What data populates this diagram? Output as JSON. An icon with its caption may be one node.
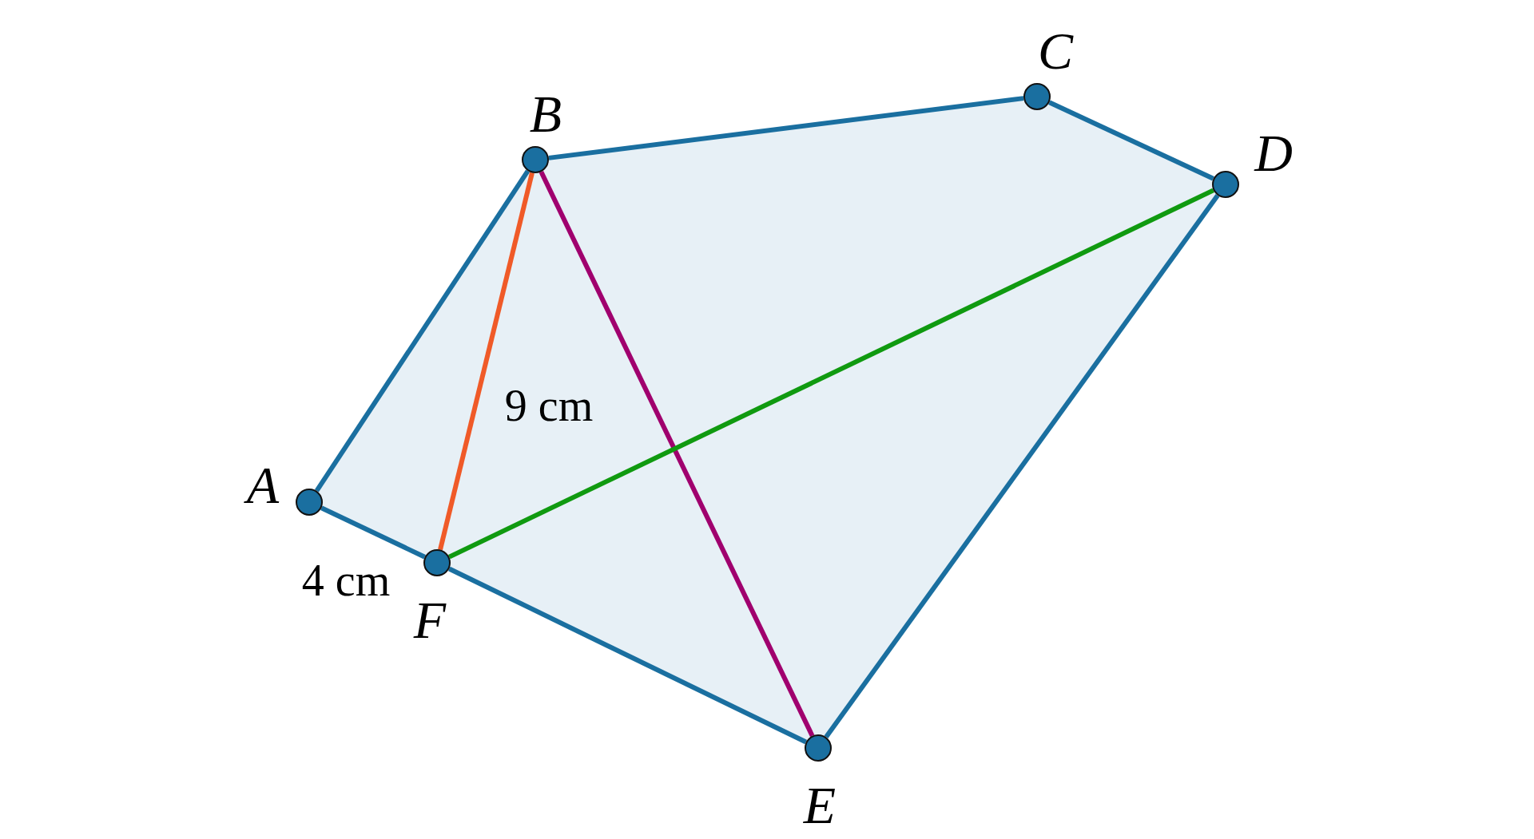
{
  "diagram": {
    "nodes": [
      {
        "text": [
          "A"
        ]
      },
      {
        "text": [
          "B"
        ]
      },
      {
        "text": [
          "C"
        ]
      },
      {
        "text": [
          "D"
        ]
      },
      {
        "text": [
          "E"
        ]
      },
      {
        "text": [
          "F"
        ]
      }
    ],
    "edges": [
      {
        "from": 0,
        "to": 1,
        "arrow": "none"
      },
      {
        "from": 1,
        "to": 2,
        "arrow": "none"
      },
      {
        "from": 2,
        "to": 3,
        "arrow": "none"
      },
      {
        "from": 3,
        "to": 4,
        "arrow": "none"
      },
      {
        "from": 4,
        "to": 5,
        "arrow": "none"
      },
      {
        "from": 5,
        "to": 0,
        "arrow": "none"
      },
      {
        "from": 5,
        "to": 1,
        "arrow": "none",
        "color": "#f05a28"
      },
      {
        "from": 1,
        "to": 4,
        "arrow": "none",
        "color": "#a0006e"
      },
      {
        "from": 5,
        "to": 3,
        "arrow": "none",
        "color": "#109a10"
      }
    ],
    "labels": [
      "9 cm",
      "4 cm"
    ]
  }
}
